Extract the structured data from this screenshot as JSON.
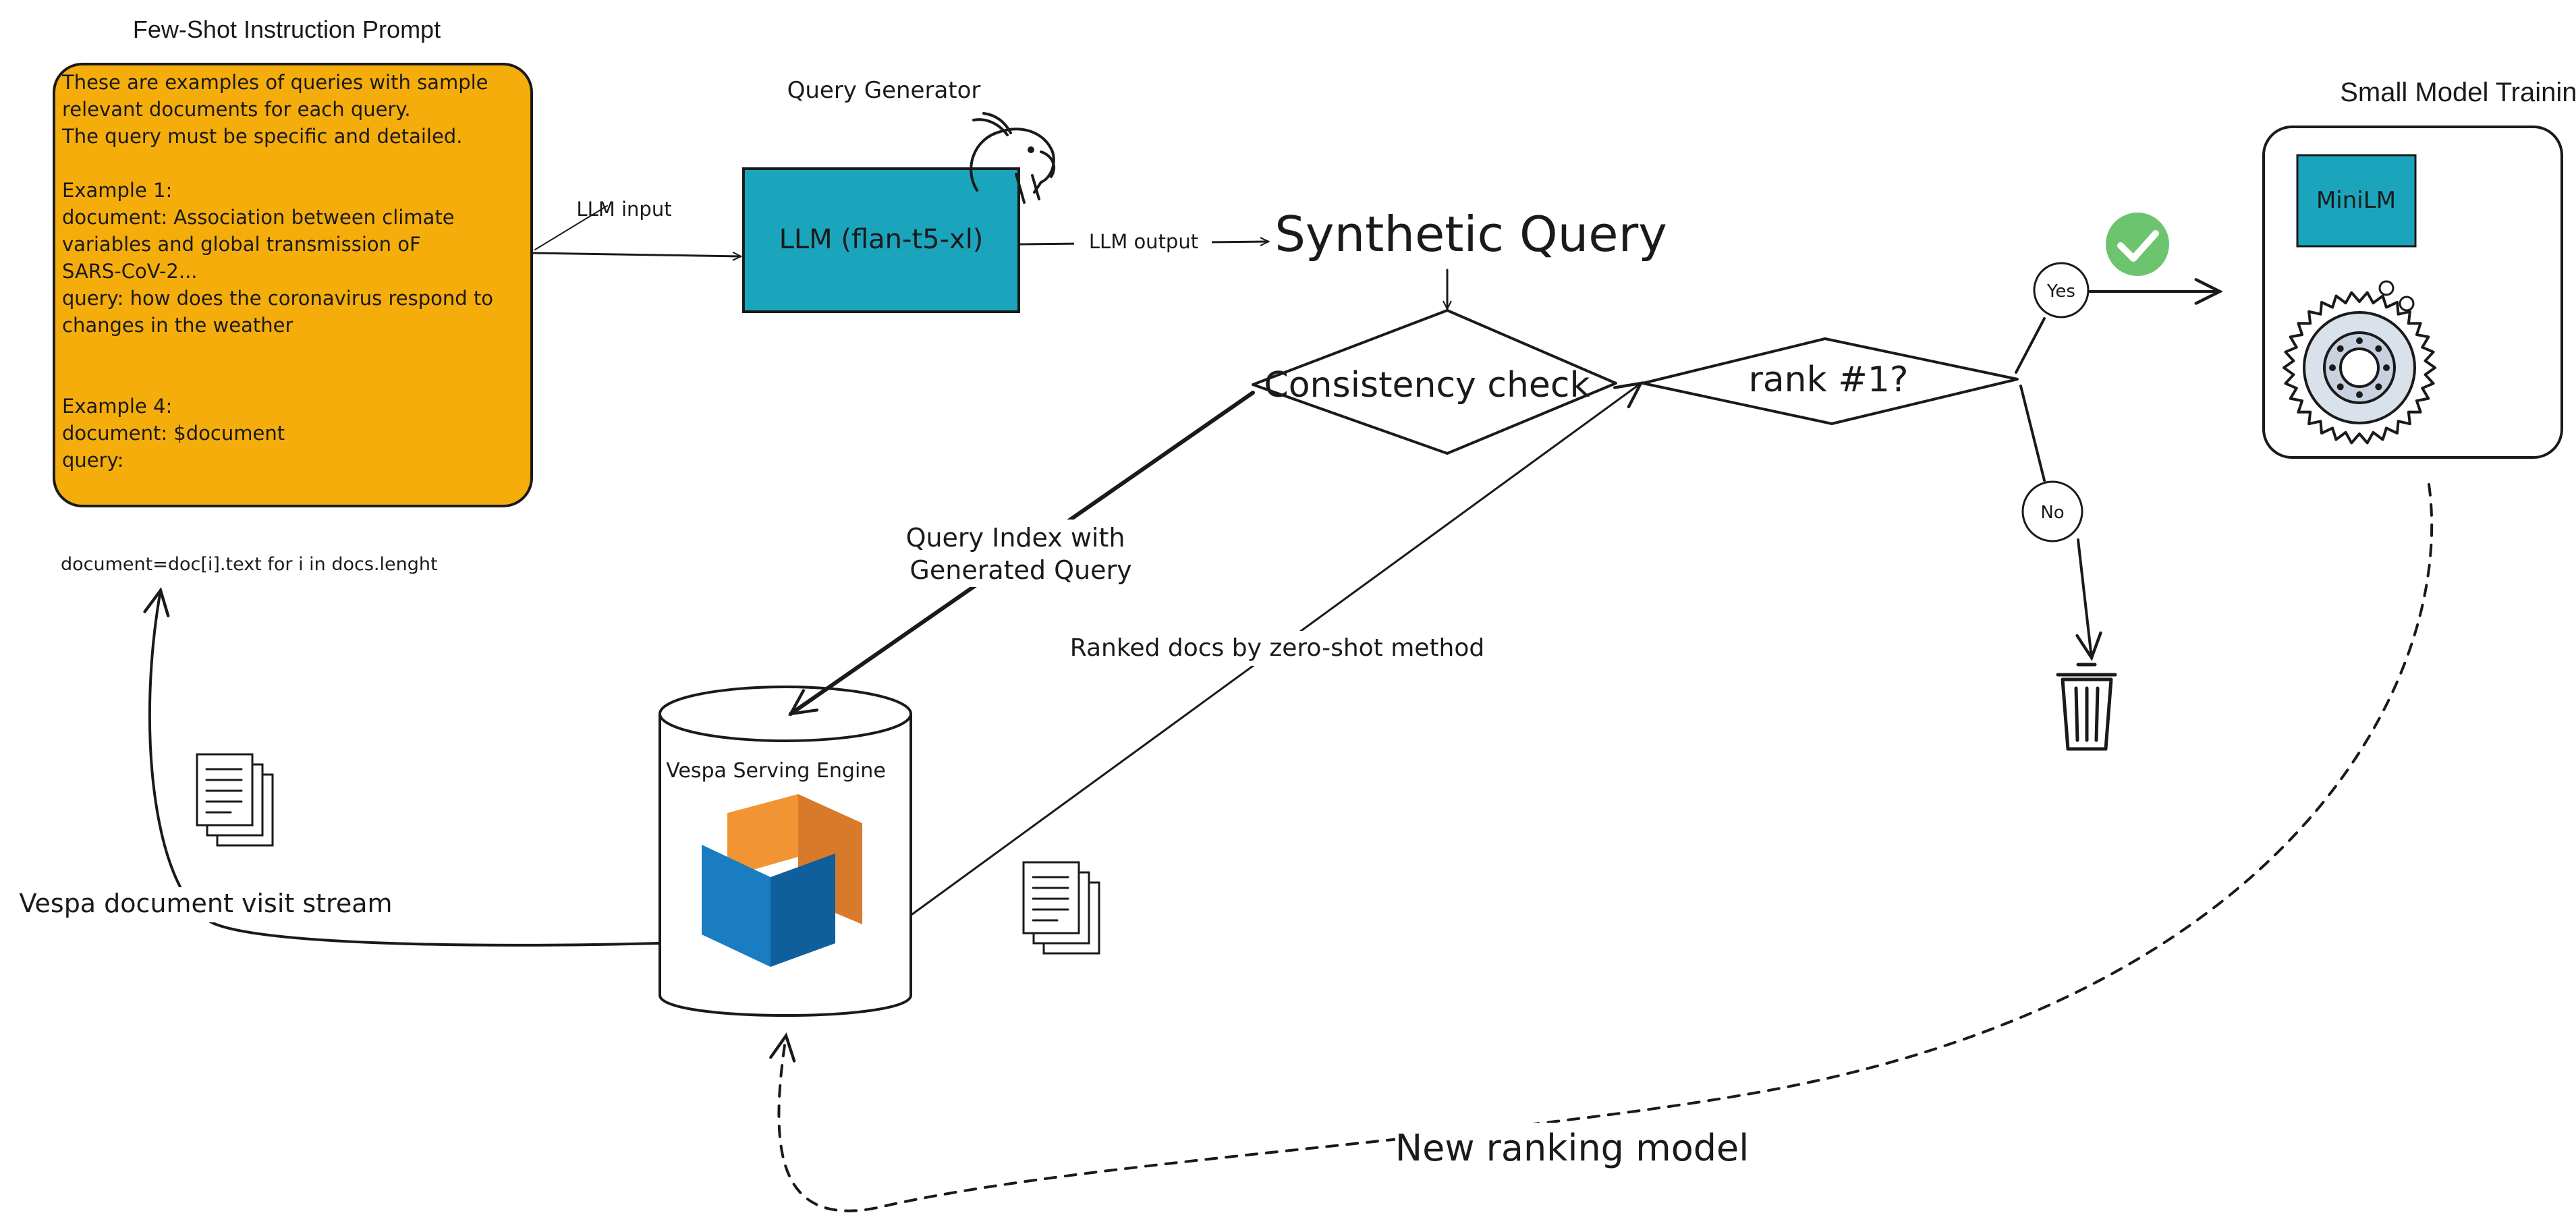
{
  "prompt_box": {
    "title": "Few-Shot Instruction Prompt",
    "lines": [
      "These are examples of queries with sample",
      "relevant documents for each query.",
      "The query must be specific and detailed.",
      "",
      "Example 1:",
      "document: Association between climate",
      "variables and global transmission oF",
      "SARS-CoV-2...",
      "query: how does the coronavirus respond to",
      "changes in the weather",
      "",
      "",
      "Example 4:",
      "document: $document",
      "query:"
    ],
    "fill": "#f5ad0c"
  },
  "doc_expr": "document=doc[i].text for i in docs.lenght",
  "query_generator": {
    "title": "Query Generator",
    "llm_label": "LLM (flan-t5-xl)",
    "fill": "#1aa5bd"
  },
  "edge_labels": {
    "llm_input": "LLM input",
    "llm_output": "LLM output",
    "query_index": [
      "Query Index with",
      "Generated Query"
    ],
    "ranked_docs": "Ranked docs by zero-shot method",
    "visit_stream": "Vespa document visit stream",
    "new_model": "New ranking model"
  },
  "synthetic_query": "Synthetic Query",
  "consistency_check": "Consistency check",
  "rank_check": "rank #1?",
  "yes_label": "Yes",
  "no_label": "No",
  "vespa": {
    "label": "Vespa Serving Engine",
    "colors": {
      "blue": "#1a7cc1",
      "orange": "#f29434"
    }
  },
  "training": {
    "title": "Small Model Training",
    "model_label": "MiniLM",
    "fill": "#1aa5bd"
  },
  "icons": [
    "document-stack-icon",
    "parrot-icon",
    "check-icon",
    "trash-icon",
    "gear-icon",
    "vespa-logo-icon"
  ],
  "check_color": "#6cc46e"
}
